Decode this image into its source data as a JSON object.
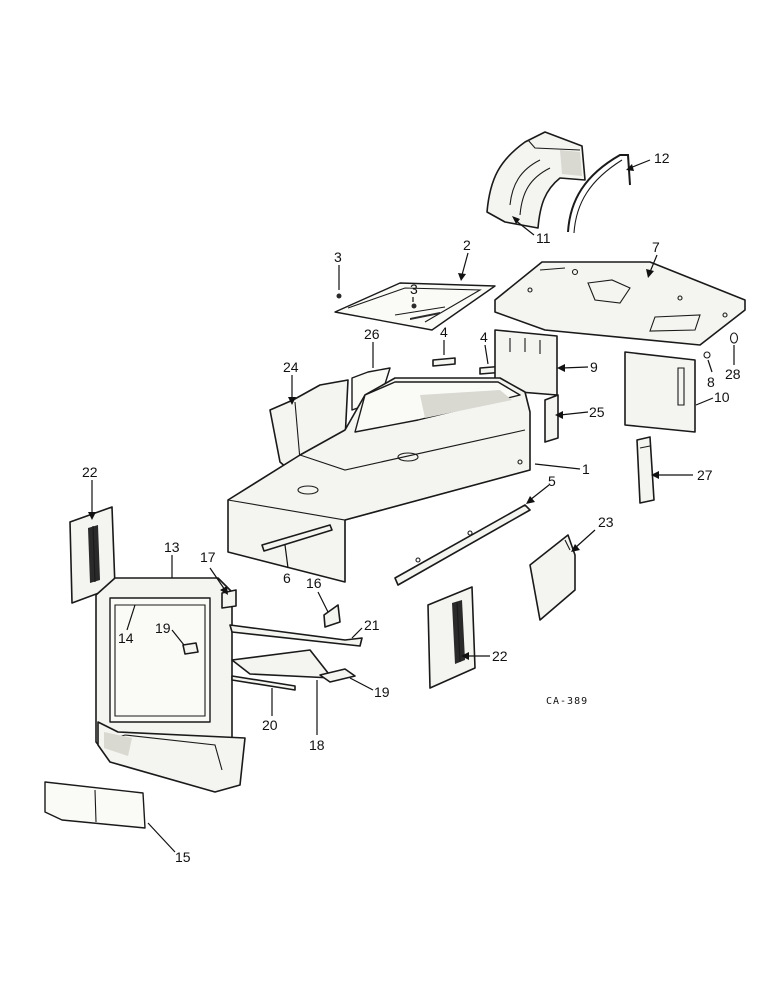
{
  "callouts": {
    "n1": "1",
    "n2": "2",
    "n3a": "3",
    "n3b": "3",
    "n4a": "4",
    "n4b": "4",
    "n5": "5",
    "n6": "6",
    "n7": "7",
    "n8": "8",
    "n9": "9",
    "n10": "10",
    "n11": "11",
    "n12": "12",
    "n13": "13",
    "n14": "14",
    "n15": "15",
    "n16": "16",
    "n17": "17",
    "n18": "18",
    "n19a": "19",
    "n19b": "19",
    "n20": "20",
    "n21": "21",
    "n22a": "22",
    "n22b": "22",
    "n23": "23",
    "n24": "24",
    "n25": "25",
    "n26": "26",
    "n27": "27",
    "n28": "28"
  },
  "drawing_code": "CA-389"
}
